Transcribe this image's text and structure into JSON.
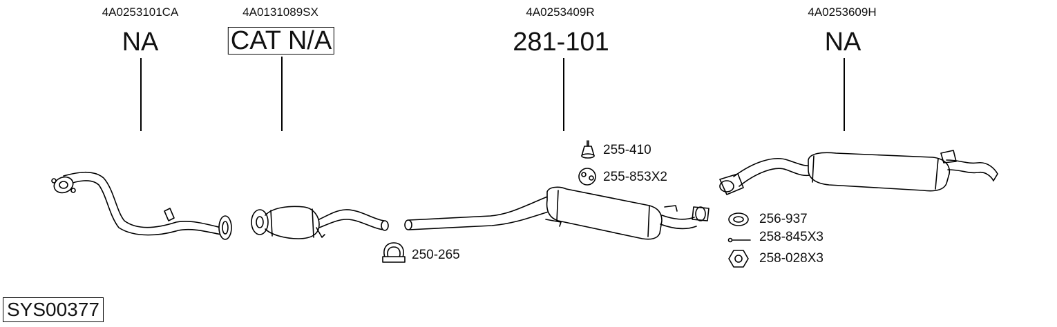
{
  "diagram": {
    "groups": [
      {
        "oem": "4A0253101CA",
        "part": "NA",
        "boxed": false
      },
      {
        "oem": "4A0131089SX",
        "part": "CAT N/A",
        "boxed": true
      },
      {
        "oem": "4A0253409R",
        "part": "281-101",
        "boxed": false
      },
      {
        "oem": "4A0253609H",
        "part": "NA",
        "boxed": false
      }
    ],
    "accessories": [
      {
        "code": "255-410",
        "icon": "rubber-mount-icon"
      },
      {
        "code": "255-853X2",
        "icon": "hanger-ring-icon"
      },
      {
        "code": "250-265",
        "icon": "u-clamp-icon"
      },
      {
        "code": "256-937",
        "icon": "gasket-icon"
      },
      {
        "code": "258-845X3",
        "icon": "bolt-icon"
      },
      {
        "code": "258-028X3",
        "icon": "hex-nut-icon"
      }
    ],
    "system_id": "SYS00377"
  }
}
